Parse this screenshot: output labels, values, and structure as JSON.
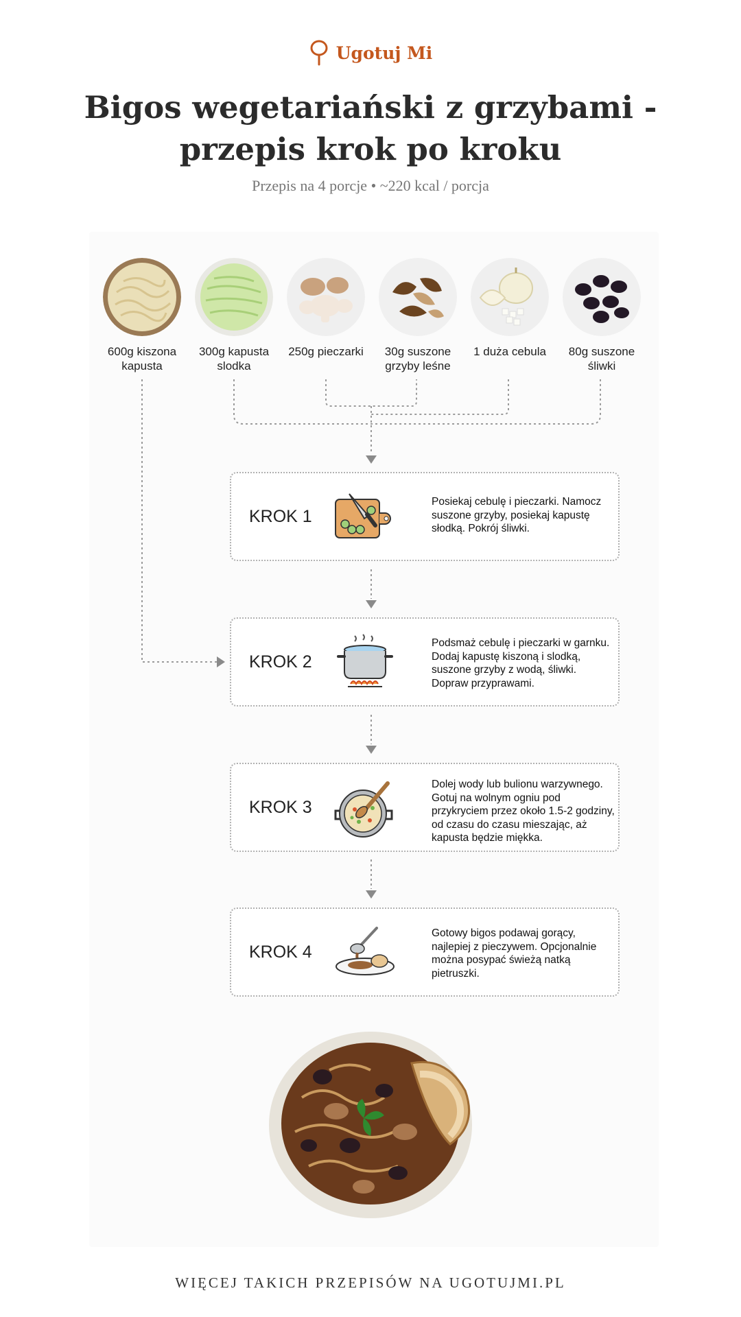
{
  "brand": {
    "name": "Ugotuj Mi",
    "icon": "spoon-pin-icon",
    "color": "#c4571d"
  },
  "title": "Bigos wegetariański z grzybami - przepis krok po kroku",
  "subtitle": "Przepis na 4 porcje • ~220 kcal / porcja",
  "ingredients": [
    {
      "label": "600g kiszona kapusta",
      "icon": "sauerkraut-icon"
    },
    {
      "label": "300g kapusta slodka",
      "icon": "shredded-cabbage-icon"
    },
    {
      "label": "250g pieczarki",
      "icon": "mushrooms-icon"
    },
    {
      "label": "30g suszone grzyby leśne",
      "icon": "dried-mushrooms-icon"
    },
    {
      "label": "1 duża cebula",
      "icon": "onion-icon"
    },
    {
      "label": "80g suszone śliwki",
      "icon": "prunes-icon"
    }
  ],
  "steps": [
    {
      "label": "KROK 1",
      "icon": "cutting-board-icon",
      "text": "Posiekaj cebulę i pieczarki. Namocz suszone grzyby, posiekaj kapustę słodką. Pokrój śliwki."
    },
    {
      "label": "KROK 2",
      "icon": "cooking-pot-icon",
      "text": "Podsmaż cebulę i pieczarki w garnku. Dodaj kapustę kiszoną i slodką, suszone grzyby z wodą, śliwki. Dopraw przyprawami."
    },
    {
      "label": "KROK 3",
      "icon": "stew-pot-icon",
      "text": "Dolej wody lub bulionu warzywnego. Gotuj na wolnym ogniu pod przykryciem przez około 1.5-2 godziny, od czasu do czasu mieszając, aż kapusta będzie miękka."
    },
    {
      "label": "KROK 4",
      "icon": "serving-plate-icon",
      "text": "Gotowy bigos podawaj gorący, najlepiej z pieczywem. Opcjonalnie można posypać świeżą natką pietruszki."
    }
  ],
  "footer": "WIĘCEJ TAKICH PRZEPISÓW NA UGOTUJMI.PL"
}
